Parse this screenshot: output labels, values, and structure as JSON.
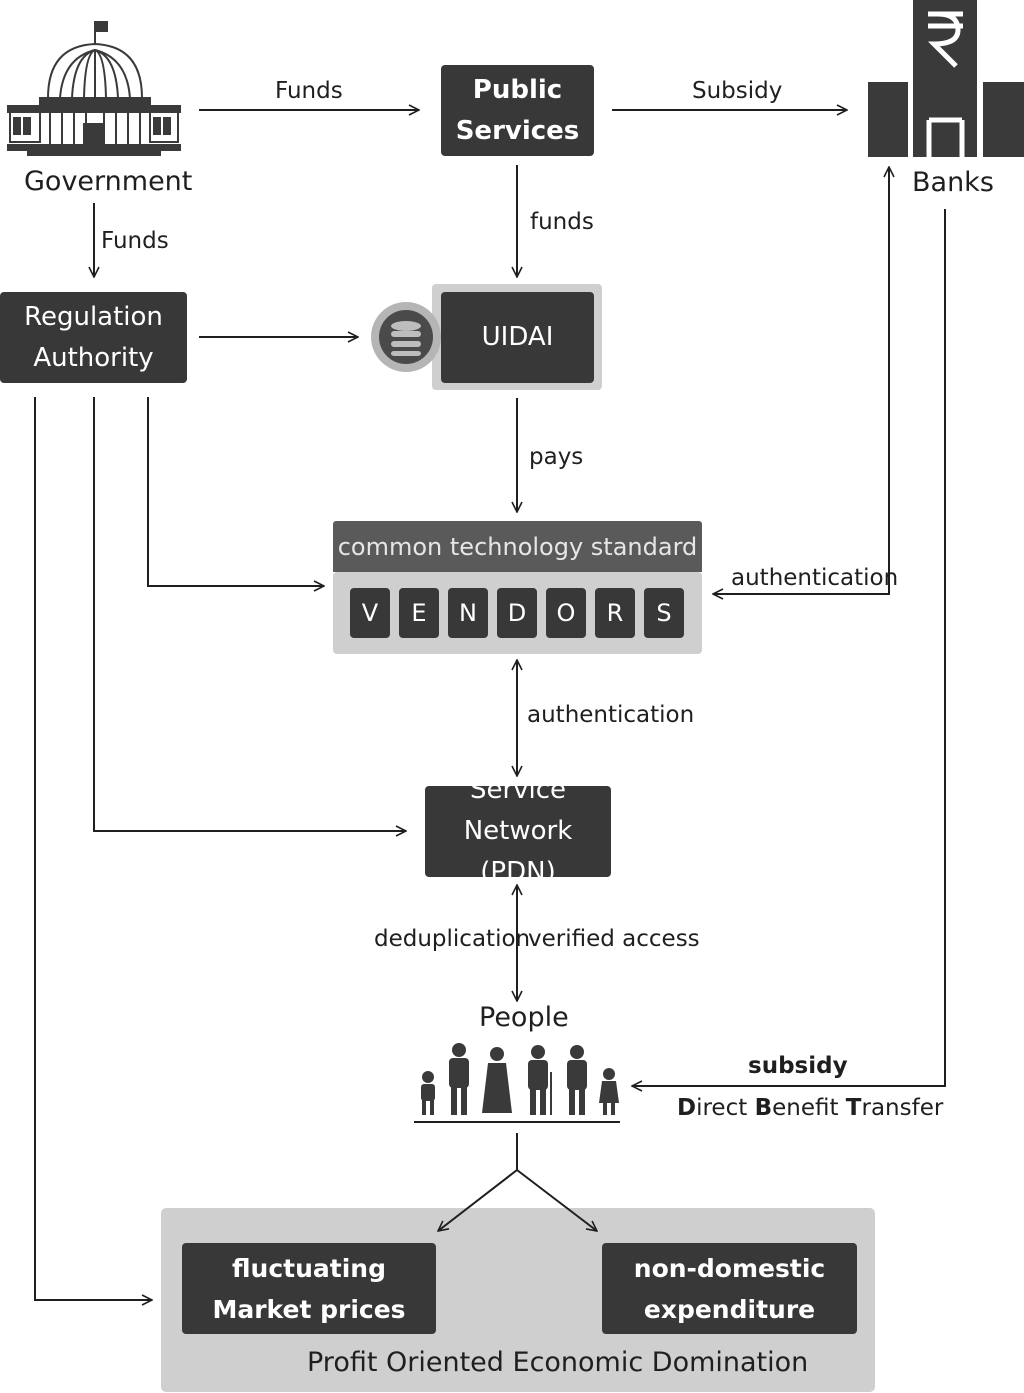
{
  "nodes": {
    "government": "Government",
    "public_services": [
      "Public",
      "Services"
    ],
    "banks": "Banks",
    "regulation": [
      "Regulation",
      "Authority"
    ],
    "uidai": "UIDAI",
    "tech_standard": "common technology standard",
    "vendors": [
      "V",
      "E",
      "N",
      "D",
      "O",
      "R",
      "S"
    ],
    "service_network": [
      "Service Network",
      "(PDN)"
    ],
    "people": "People",
    "market_prices": [
      "fluctuating",
      "Market prices"
    ],
    "non_domestic": [
      "non-domestic",
      "expenditure"
    ],
    "profit": "Profit Oriented Economic Domination"
  },
  "edges": {
    "gov_public": "Funds",
    "public_banks": "Subsidy",
    "gov_reg": "Funds",
    "public_uidai": "funds",
    "uidai_vendors": "pays",
    "banks_vendors": "authentication",
    "vendors_pdn": "authentication",
    "pdn_people_left": "deduplication",
    "pdn_people_right": "verified access",
    "banks_people_top": "subsidy",
    "dbt": [
      {
        "b": "D",
        "r": "irect "
      },
      {
        "b": "B",
        "r": "enefit "
      },
      {
        "b": "T",
        "r": "ransfer"
      }
    ]
  },
  "colors": {
    "box": "#383838",
    "panel": "#cfcfcf",
    "band": "#5a5a5a",
    "line": "#1f1f1f"
  },
  "icons": [
    "parliament-icon",
    "bank-rupee-icon",
    "database-icon",
    "people-group-icon"
  ]
}
